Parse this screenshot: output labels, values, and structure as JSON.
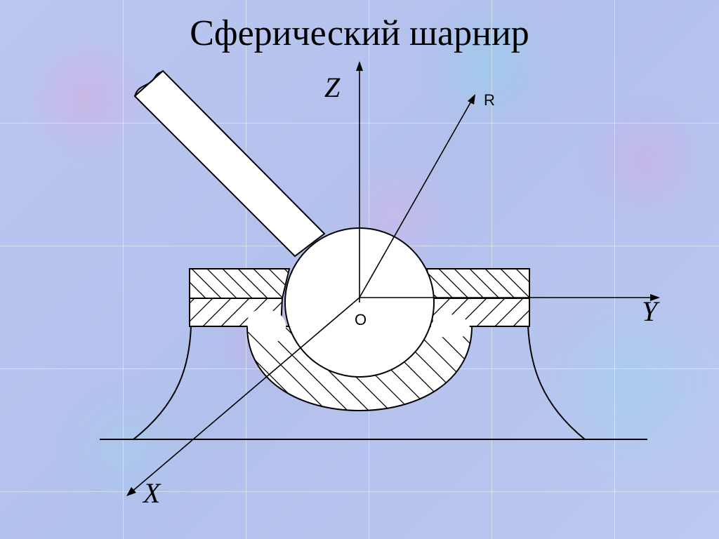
{
  "title": "Сферический шарнир",
  "labels": {
    "z_axis": "Z",
    "y_axis": "Y",
    "x_axis": "X",
    "r_vector": "R",
    "origin": "O"
  },
  "colors": {
    "stroke": "#000000",
    "fill": "#ffffff",
    "background": "#b6c3ee"
  }
}
